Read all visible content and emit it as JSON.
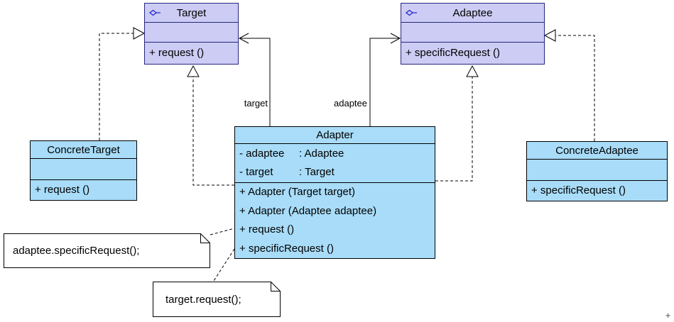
{
  "diagram": {
    "classes": {
      "target": {
        "name": "Target",
        "methods": [
          "+ request ()"
        ]
      },
      "adaptee": {
        "name": "Adaptee",
        "methods": [
          "+ specificRequest ()"
        ]
      },
      "adapter": {
        "name": "Adapter",
        "attributes": [
          {
            "name": "- adaptee",
            "type": ": Adaptee"
          },
          {
            "name": "- target",
            "type": ": Target"
          }
        ],
        "methods": [
          "+ Adapter (Target target)",
          "+ Adapter (Adaptee adaptee)",
          "+ request ()",
          "+ specificRequest ()"
        ]
      },
      "concrete_target": {
        "name": "ConcreteTarget",
        "methods": [
          "+ request ()"
        ]
      },
      "concrete_adaptee": {
        "name": "ConcreteAdaptee",
        "methods": [
          "+ specificRequest ()"
        ]
      }
    },
    "edge_labels": {
      "target": "target",
      "adaptee": "adaptee"
    },
    "notes": [
      {
        "text": "adaptee.specificRequest();"
      },
      {
        "text": "target.request();"
      }
    ],
    "icons": {
      "interface_icon": "interface-lollipop-icon"
    },
    "decoration": {
      "corner_mark": "+"
    },
    "colors": {
      "interface_fill": "#ccccf4",
      "interface_border": "#26267f",
      "class_fill": "#a8dcf8",
      "class_border": "#000000",
      "note_fill": "#ffffff",
      "line_color": "#000000",
      "icon_blue": "#2222cc"
    }
  }
}
